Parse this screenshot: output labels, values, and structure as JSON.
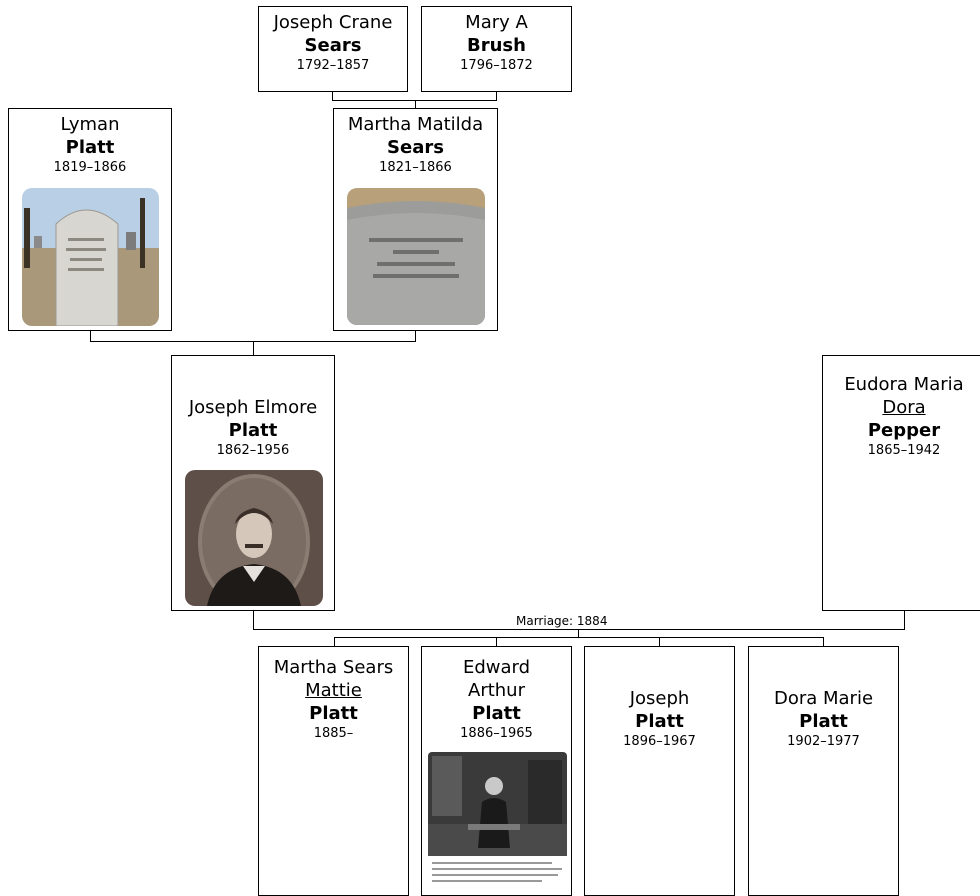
{
  "people": {
    "joseph_crane_sears": {
      "given": "Joseph Crane",
      "surname": "Sears",
      "dates": "1792–1857"
    },
    "mary_a_brush": {
      "given": "Mary A",
      "surname": "Brush",
      "dates": "1796–1872"
    },
    "lyman_platt": {
      "given": "Lyman",
      "surname": "Platt",
      "dates": "1819–1866",
      "photo": "gravestone"
    },
    "martha_matilda_sears": {
      "given": "Martha Matilda",
      "surname": "Sears",
      "dates": "1821–1866",
      "photo": "gravestone"
    },
    "joseph_elmore_platt": {
      "given": "Joseph Elmore",
      "surname": "Platt",
      "dates": "1862–1956",
      "photo": "portrait"
    },
    "eudora_maria_pepper": {
      "given": "Eudora Maria",
      "nickname": "Dora",
      "surname": "Pepper",
      "dates": "1865–1942"
    },
    "martha_sears_platt": {
      "given": "Martha Sears",
      "nickname": "Mattie",
      "surname": "Platt",
      "dates": "1885–"
    },
    "edward_arthur_platt": {
      "given_line1": "Edward",
      "given_line2": "Arthur",
      "surname": "Platt",
      "dates": "1886–1965",
      "photo": "newspaper-clipping"
    },
    "joseph_platt": {
      "given": "Joseph",
      "surname": "Platt",
      "dates": "1896–1967"
    },
    "dora_marie_platt": {
      "given": "Dora Marie",
      "surname": "Platt",
      "dates": "1902–1977"
    }
  },
  "marriage_label": "Marriage: 1884"
}
